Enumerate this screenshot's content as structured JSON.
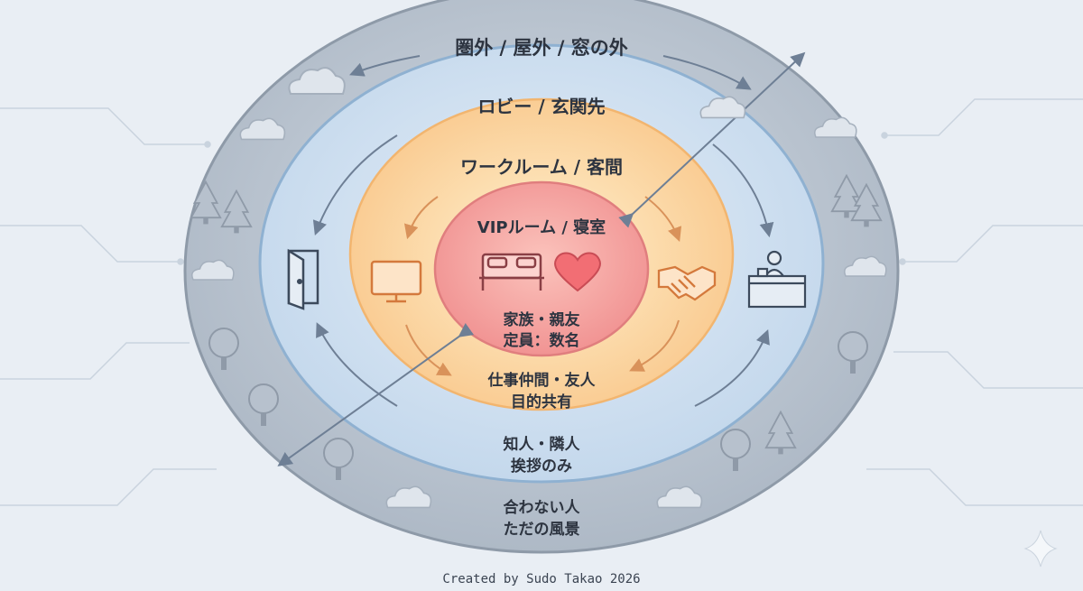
{
  "rings": {
    "outer": {
      "title": "圏外 / 屋外 / 窓の外",
      "line1": "合わない人",
      "line2": "ただの風景"
    },
    "lobby": {
      "title": "ロビー / 玄関先",
      "line1": "知人・隣人",
      "line2": "挨拶のみ"
    },
    "work": {
      "title": "ワークルーム / 客間",
      "line1": "仕事仲間・友人",
      "line2": "目的共有"
    },
    "vip": {
      "title": "VIPルーム / 寝室",
      "line1": "家族・親友",
      "line2": "定員：数名"
    }
  },
  "icons": [
    "bed-icon",
    "heart-icon",
    "monitor-icon",
    "handshake-icon",
    "door-icon",
    "reception-desk-icon",
    "tree-icon",
    "cloud-icon",
    "sparkle-icon"
  ],
  "colors": {
    "outer_ring": "#b9c3cf",
    "lobby_ring": "#cfe0ef",
    "work_ring": "#fbd9a8",
    "vip_core": "#f6a3a2",
    "accent_arrow": "#6e7f95"
  },
  "credit": "Created by Sudo Takao 2026"
}
